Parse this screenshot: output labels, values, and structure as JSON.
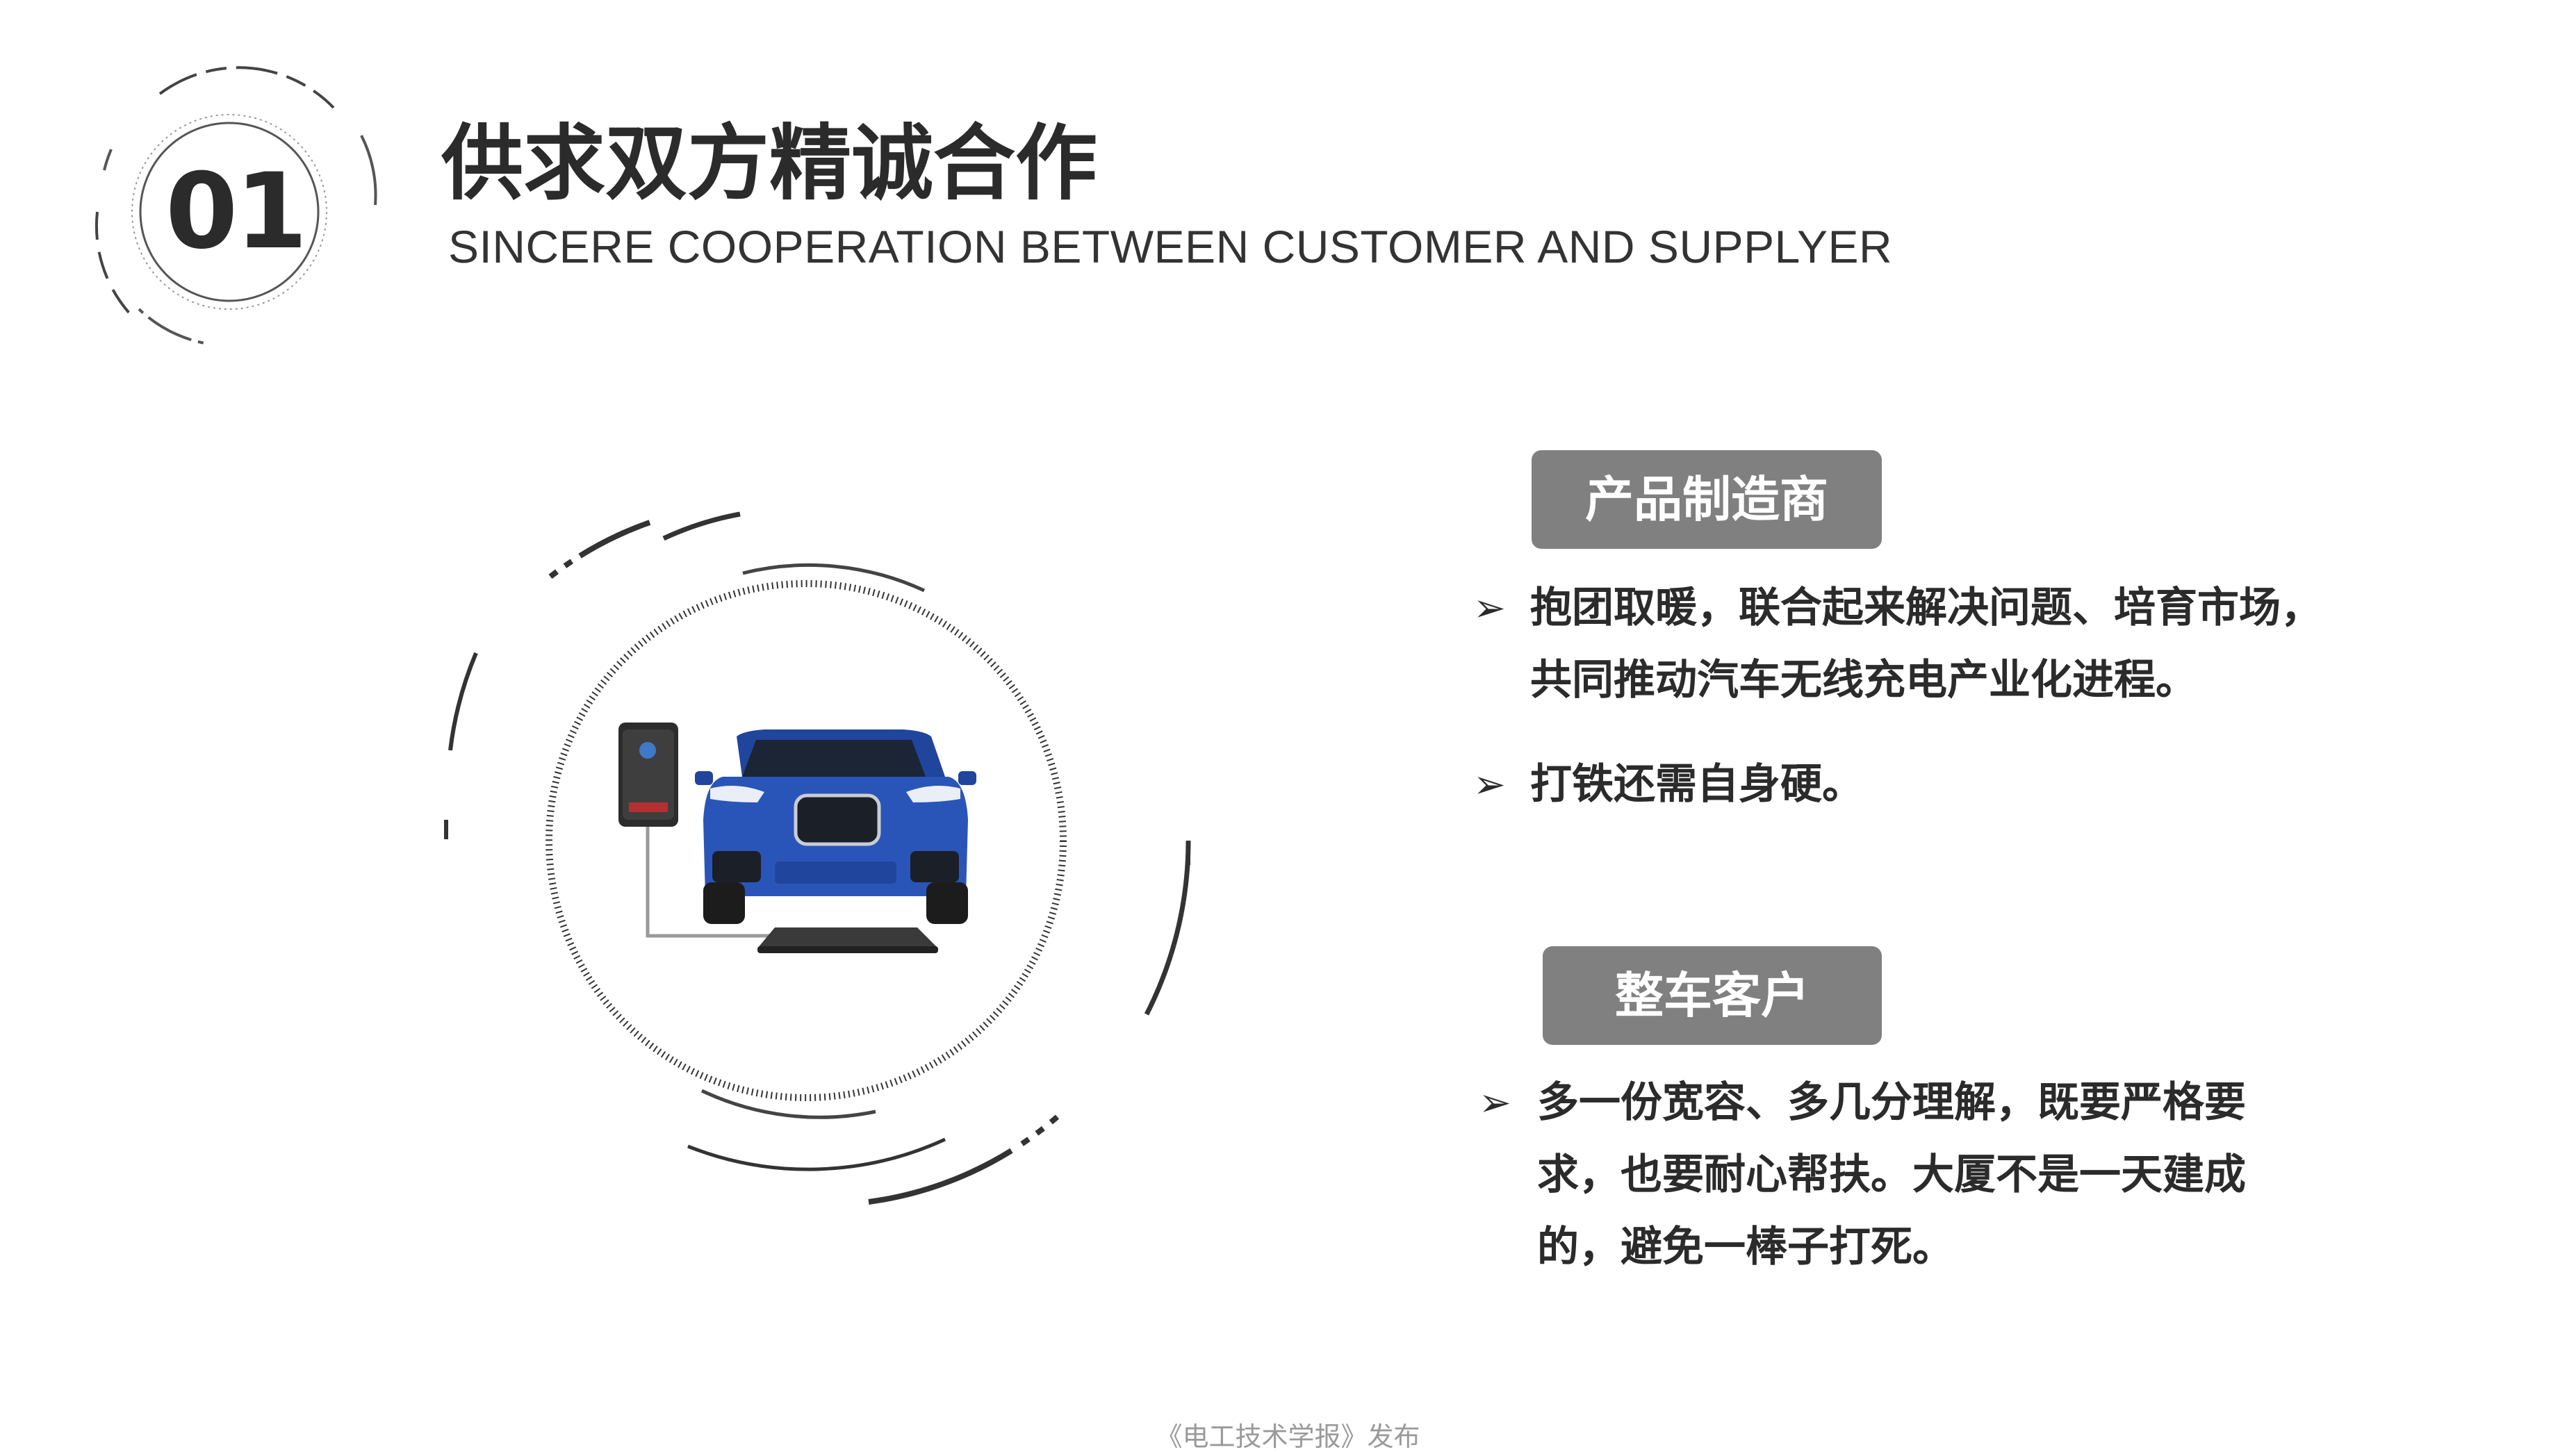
{
  "header": {
    "section_number": "01",
    "title": "供求双方精诚合作",
    "subtitle": "SINCERE COOPERATION BETWEEN CUSTOMER AND SUPPLYER"
  },
  "groups": [
    {
      "tag": "产品制造商",
      "bullets": [
        {
          "lines": [
            "抱团取暖，联合起来解决问题、培育市场，",
            "共同推动汽车无线充电产业化进程。"
          ]
        },
        {
          "lines": [
            "打铁还需自身硬。"
          ]
        }
      ]
    },
    {
      "tag": "整车客户",
      "bullets": [
        {
          "lines": [
            "多一份宽容、多几分理解，既要严格要",
            "求，也要耐心帮扶。大厦不是一天建成",
            "的，避免一棒子打死。"
          ]
        }
      ]
    }
  ],
  "bullet_glyph": "➢",
  "footer": {
    "source": "《电工技术学报》发布"
  },
  "colors": {
    "tag_background": "#808080",
    "tag_text": "#ffffff",
    "heading_text": "#2b2b2b",
    "car_body": "#2a55b8",
    "footer_text": "#9a9a9a"
  },
  "icons": [
    "wall-charger-icon",
    "suv-car-icon",
    "charging-pad-icon",
    "bullet-arrow-icon"
  ]
}
